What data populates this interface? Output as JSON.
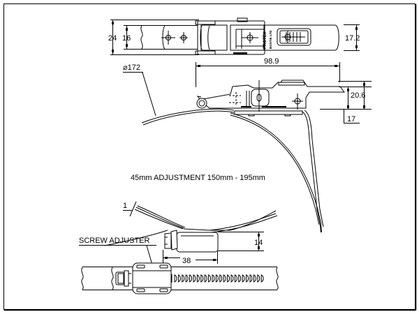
{
  "drawing": {
    "title": "Quick release clamp with screw adjuster",
    "top_view": {
      "dim_overall_height": "24",
      "dim_band_width": "16",
      "dim_tail_width": "17.2",
      "brand_text": "PROTEX",
      "brand_subtext": "BOSTIK LTD"
    },
    "side_view": {
      "dim_diameter": "⌀172",
      "dim_length": "98.9",
      "dim_height": "20.6",
      "dim_offset": "17"
    },
    "note": "45mm ADJUSTMENT 150mm - 195mm",
    "adjuster_view": {
      "dim_thickness": "1",
      "dim_height": "14",
      "dim_length": "38",
      "label": "SCREW ADJUSTER"
    }
  }
}
